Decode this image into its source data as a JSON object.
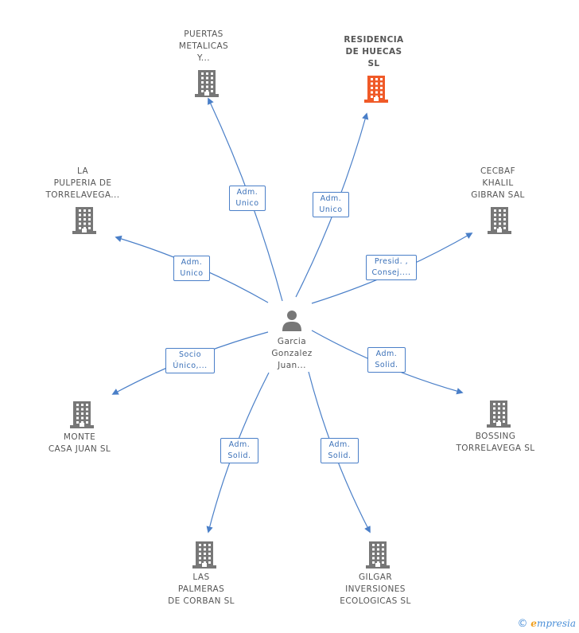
{
  "center": {
    "name": "Garcia\nGonzalez\nJuan..."
  },
  "nodes": [
    {
      "id": "puertas",
      "label": "PUERTAS\nMETALICAS\nY...",
      "highlight": false,
      "edge": "Adm.\nUnico"
    },
    {
      "id": "residencia",
      "label": "RESIDENCIA\nDE HUECAS\nSL",
      "highlight": true,
      "edge": "Adm.\nUnico"
    },
    {
      "id": "cecbaf",
      "label": "CECBAF\nKHALIL\nGIBRAN SAL",
      "highlight": false,
      "edge": "Presid. ,\nConsej...."
    },
    {
      "id": "bossing",
      "label": "BOSSING\nTORRELAVEGA SL",
      "highlight": false,
      "edge": "Adm.\nSolid."
    },
    {
      "id": "gilgar",
      "label": "GILGAR\nINVERSIONES\nECOLOGICAS SL",
      "highlight": false,
      "edge": "Adm.\nSolid."
    },
    {
      "id": "palmeras",
      "label": "LAS\nPALMERAS\nDE CORBAN SL",
      "highlight": false,
      "edge": "Adm.\nSolid."
    },
    {
      "id": "monte",
      "label": "MONTE\nCASA JUAN SL",
      "highlight": false,
      "edge": "Socio\nÚnico,..."
    },
    {
      "id": "pulperia",
      "label": "LA\nPULPERIA DE\nTORRELAVEGA...",
      "highlight": false,
      "edge": "Adm.\nUnico"
    }
  ],
  "colors": {
    "accent": "#f05a28",
    "building": "#777777",
    "edge": "#4a7fc8"
  },
  "footer": {
    "copyright": "©",
    "brand_first": "e",
    "brand_rest": "mpresia"
  }
}
